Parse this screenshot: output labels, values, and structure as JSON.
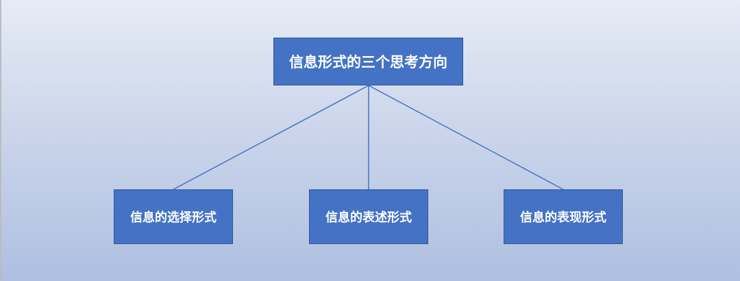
{
  "diagram": {
    "type": "tree",
    "root": {
      "label": "信息形式的三个思考方向"
    },
    "children": [
      {
        "label": "信息的选择形式"
      },
      {
        "label": "信息的表述形式"
      },
      {
        "label": "信息的表现形式"
      }
    ]
  },
  "colors": {
    "node_fill": "#4472c4",
    "node_border": "#2f5597",
    "connector": "#4472c4",
    "text": "#ffffff",
    "background_top": "#e6ebf5",
    "background_bottom": "#aebfe0"
  }
}
